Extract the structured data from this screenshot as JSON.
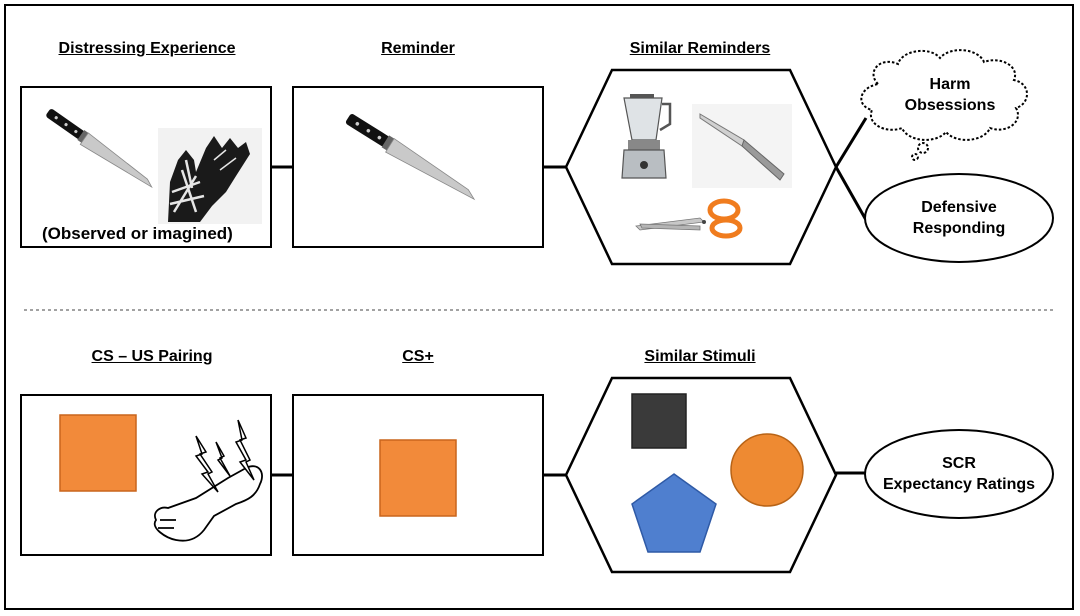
{
  "top": {
    "headers": {
      "distressing_experience": "Distressing Experience",
      "reminder": "Reminder",
      "similar_reminders": "Similar Reminders"
    },
    "caption": "(Observed or imagined)",
    "harm_obsessions": [
      "Harm",
      "Obsessions"
    ],
    "defensive_responding": [
      "Defensive",
      "Responding"
    ]
  },
  "bottom": {
    "headers": {
      "cs_us_pairing": "CS – US Pairing",
      "cs_plus": "CS+",
      "similar_stimuli": "Similar Stimuli"
    },
    "scr": [
      "SCR",
      "Expectancy Ratings"
    ]
  },
  "colors": {
    "orange": "#f28a3a",
    "dark_square": "#3a3a3a",
    "blue_pentagon": "#4f7fcf",
    "orange_circle": "#ee8a32"
  }
}
